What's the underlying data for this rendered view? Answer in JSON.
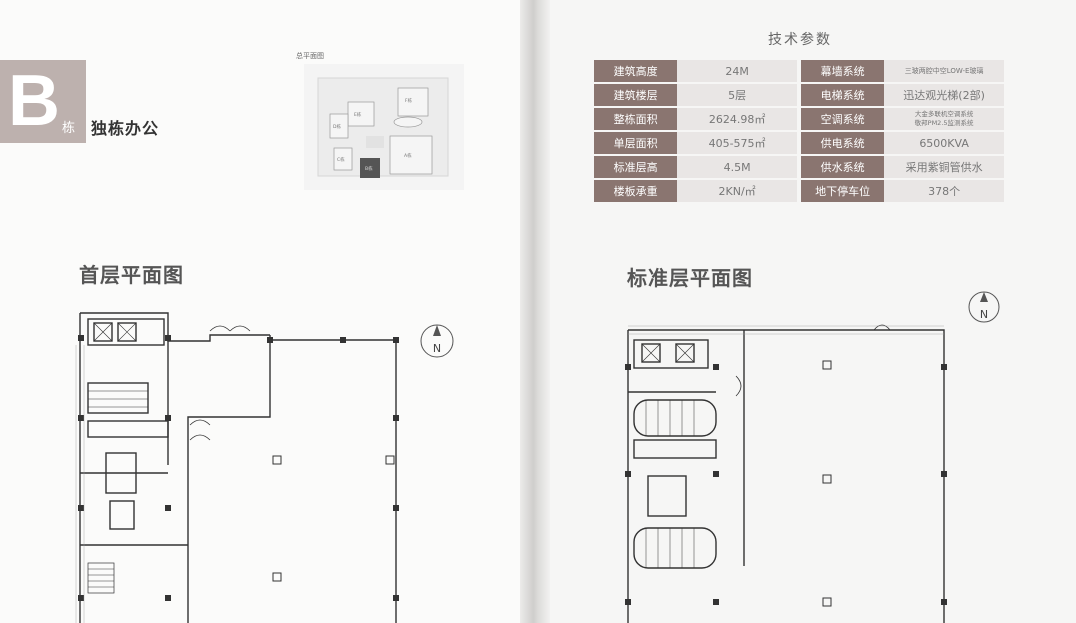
{
  "left_page": {
    "badge_letter": "B",
    "badge_sub": "栋",
    "heading": "独栋办公",
    "site_plan": {
      "label": "总平面图",
      "blocks": [
        "A栋",
        "B栋",
        "C栋",
        "D栋",
        "E栋",
        "F栋"
      ]
    },
    "ground_plan_title": "首层平面图",
    "compass": "N"
  },
  "right_page": {
    "spec_title": "技术参数",
    "spec_rows": [
      {
        "k1": "建筑高度",
        "v1": "24M",
        "k2": "幕墙系统",
        "v2": "三玻两腔中空LOW-E玻璃"
      },
      {
        "k1": "建筑楼层",
        "v1": "5层",
        "k2": "电梯系统",
        "v2": "迅达观光梯(2部)"
      },
      {
        "k1": "整栋面积",
        "v1": "2624.98㎡",
        "k2": "空调系统",
        "v2a": "大金多联机空调系统",
        "v2b": "敬邦PM2.5监测系统"
      },
      {
        "k1": "单层面积",
        "v1": "405-575㎡",
        "k2": "供电系统",
        "v2": "6500KVA"
      },
      {
        "k1": "标准层高",
        "v1": "4.5M",
        "k2": "供水系统",
        "v2": "采用紫铜管供水"
      },
      {
        "k1": "楼板承重",
        "v1": "2KN/㎡",
        "k2": "地下停车位",
        "v2": "378个"
      }
    ],
    "standard_plan_title": "标准层平面图",
    "compass": "N"
  },
  "colors": {
    "key_cell": "#8a7570",
    "value_cell": "#e9e6e5",
    "badge": "#bdb1ae"
  }
}
